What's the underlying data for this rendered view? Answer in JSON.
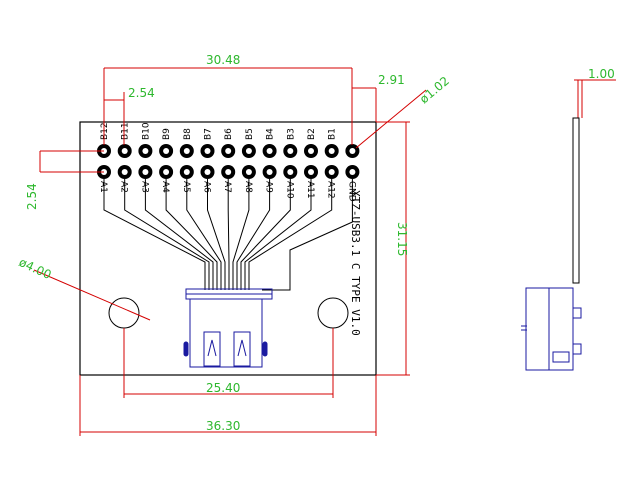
{
  "colors": {
    "board_outline": "#000000",
    "dimension_line": "#d40000",
    "dimension_text": "#2eb82e",
    "connector": "#1a1aa0",
    "background": "#ffffff"
  },
  "dimensions": {
    "top_span": "30.48",
    "pitch_horizontal": "2.54",
    "edge_offset": "2.91",
    "pad_diameter": "ø1.02",
    "row_spacing": "2.54",
    "hole_diameter": "ø4.00",
    "board_height": "31.15",
    "hole_spacing": "25.40",
    "board_width": "36.30",
    "thickness": "1.00"
  },
  "pins": {
    "top_row": [
      "B12",
      "B11",
      "B10",
      "B9",
      "B8",
      "B7",
      "B6",
      "B5",
      "B4",
      "B3",
      "B2",
      "B1"
    ],
    "bottom_row": [
      "A1",
      "A2",
      "A3",
      "A4",
      "A5",
      "A6",
      "A7",
      "A8",
      "A9",
      "A10",
      "A11",
      "A12",
      "GND"
    ]
  },
  "board_label": "XTZ-USB3.1 C TYPE V1.0"
}
